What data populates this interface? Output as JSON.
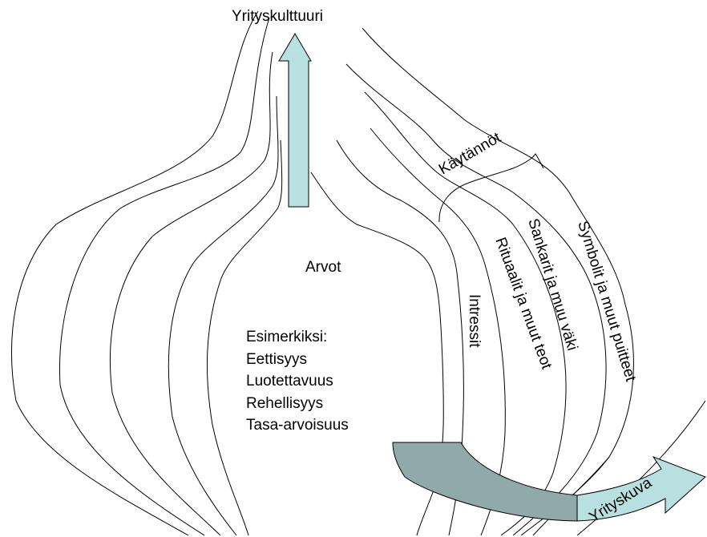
{
  "diagram": {
    "title": "Yrityskulttuuri",
    "core_label": "Arvot",
    "examples_heading": "Esimerkiksi:",
    "examples": [
      "Eettisyys",
      "Luotettavuus",
      "Rehellisyys",
      "Tasa-arvoisuus"
    ],
    "practices_label": "Käytännöt",
    "layers": [
      "Intressit",
      "Rituaalit  ja muut teot",
      "Sankarit   ja muu väki",
      "Symbolit  ja muut puitteet"
    ],
    "output_label": "Yrityskuva"
  },
  "colors": {
    "up_arrow_fill": "#b9e0e0",
    "curved_arrow_dark": "#8faaa9",
    "curved_arrow_light": "#b9e0e0",
    "line": "#000000"
  }
}
